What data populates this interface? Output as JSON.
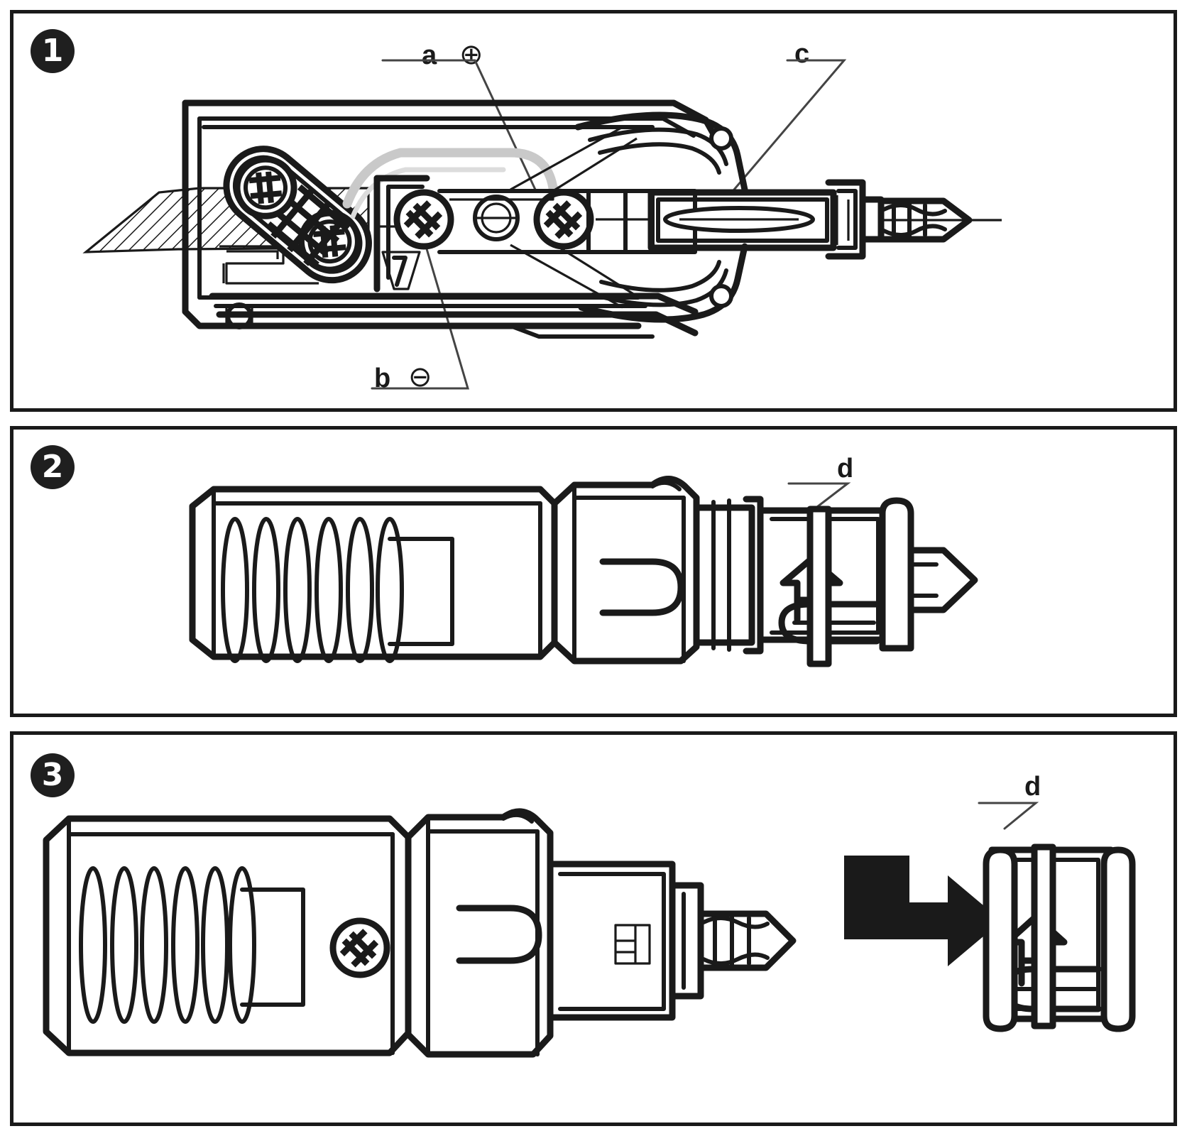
{
  "document": {
    "type": "technical-assembly-diagram",
    "subject": "12V cigarette-lighter plug / adapter",
    "panel_count": 3,
    "line_color": "#1a1a1a",
    "background_color": "#ffffff",
    "accent_gray": "#c9c9c9"
  },
  "panels": [
    {
      "number": "1",
      "view": "cross-section",
      "labels": [
        {
          "key": "a",
          "text": "a",
          "symbol": "⊕",
          "symbol_name": "circled-plus",
          "meaning": "positive-contact"
        },
        {
          "key": "b",
          "text": "b",
          "symbol": "⊖",
          "symbol_name": "circled-minus",
          "meaning": "negative-contact"
        },
        {
          "key": "c",
          "text": "c",
          "symbol": "",
          "symbol_name": "",
          "meaning": "fuse"
        }
      ]
    },
    {
      "number": "2",
      "view": "assembled-outline",
      "labels": [
        {
          "key": "d",
          "text": "d",
          "symbol": "",
          "symbol_name": "",
          "meaning": "retaining-pin"
        }
      ]
    },
    {
      "number": "3",
      "view": "disassembly-step",
      "labels": [
        {
          "key": "d",
          "text": "d",
          "symbol": "",
          "symbol_name": "",
          "meaning": "retaining-pin"
        }
      ],
      "arrow": {
        "name": "step-arrow",
        "direction": "right"
      }
    }
  ]
}
